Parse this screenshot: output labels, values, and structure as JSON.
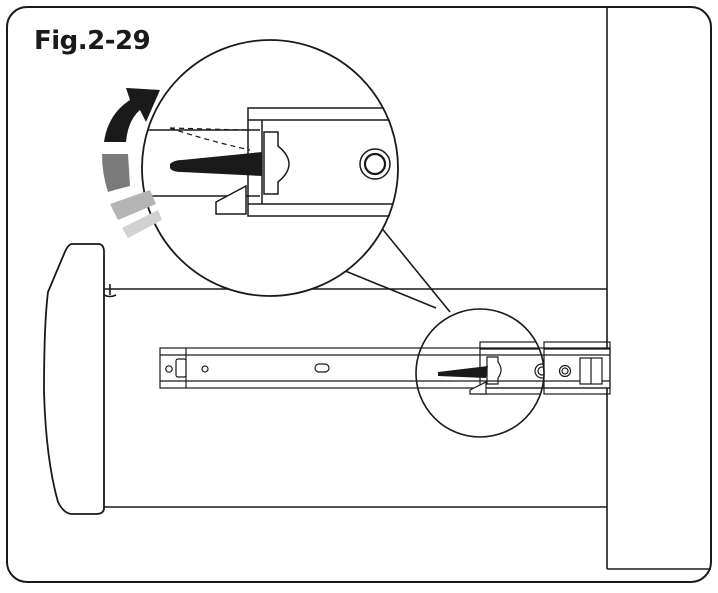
{
  "figure": {
    "label": "Fig.2-29"
  },
  "colors": {
    "line": "#1a1a1a",
    "arrow_solid": "#1a1a1a",
    "arrow_fade_1": "#7a7a7a",
    "arrow_fade_2": "#b4b4b4",
    "arrow_fade_3": "#d2d2d2",
    "background": "#ffffff"
  },
  "icons": {
    "magnifier": "detail-magnifier-circle",
    "rotation": "rotate-arrow-icon",
    "callout_circle": "callout-circle"
  }
}
